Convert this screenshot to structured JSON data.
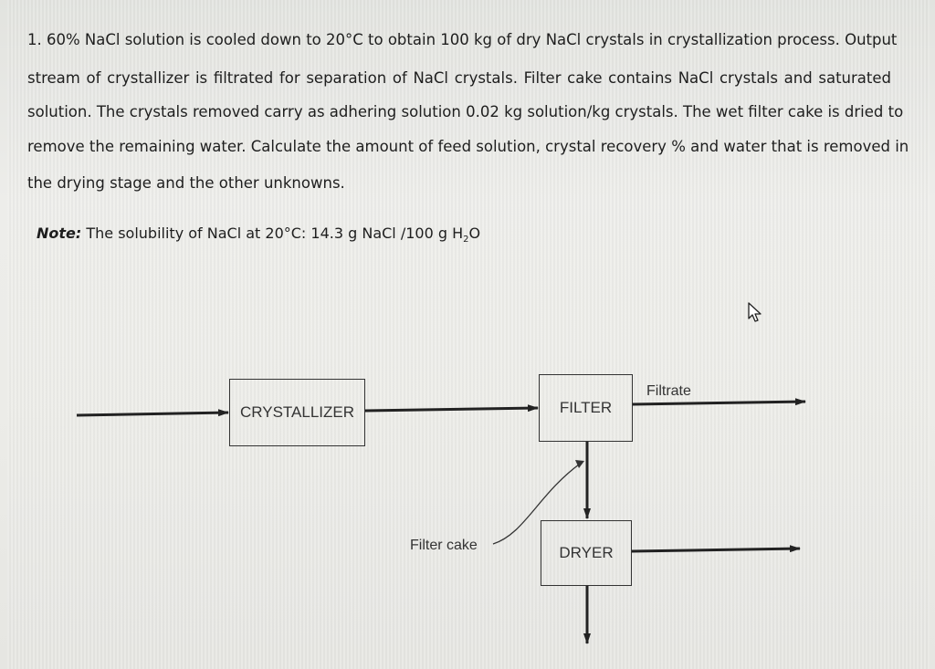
{
  "problem": {
    "lines": [
      "1. 60% NaCl solution is cooled down to 20°C to obtain 100 kg of dry NaCl crystals in crystallization process. Output",
      "stream of crystallizer is filtrated for separation of NaCl crystals. Filter cake contains NaCl crystals and saturated",
      "solution. The crystals removed carry as adhering solution 0.02 kg solution/kg crystals. The wet filter cake is dried to",
      "remove the remaining water. Calculate the amount of feed solution, crystal recovery % and water that is removed in",
      "the drying stage and the other unknowns."
    ],
    "note_label": "Note:",
    "note_text": "The solubility of NaCl at 20°C: 14.3 g NaCl /100 g H",
    "note_subscript": "2",
    "note_suffix": "O"
  },
  "diagram": {
    "crystallizer_label": "CRYSTALLIZER",
    "filter_label": "FILTER",
    "dryer_label": "DRYER",
    "filtrate_label": "Filtrate",
    "filter_cake_label": "Filter cake"
  }
}
